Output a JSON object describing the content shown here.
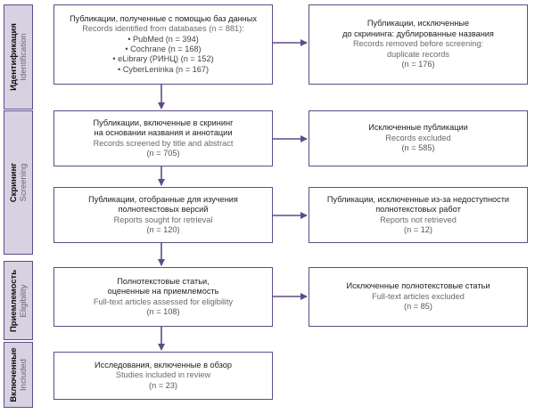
{
  "phases": {
    "identification": {
      "ru": "Идентификация",
      "en": "Identification"
    },
    "screening": {
      "ru": "Скрининг",
      "en": "Screening"
    },
    "eligibility": {
      "ru": "Приемлемость",
      "en": "Eligibility"
    },
    "included": {
      "ru": "Включенные",
      "en": "Included"
    }
  },
  "boxes": {
    "identified": {
      "ru": "Публикации, полученные с помощью баз данных",
      "en": "Records identified from databases (n = 881):",
      "items": [
        "• PubMed (n = 394)",
        "• Cochrane (n = 168)",
        "• eLibrary (РИНЦ) (n = 152)",
        "• CyberLeninka (n = 167)"
      ]
    },
    "removed": {
      "ru1": "Публикации, исключенные",
      "ru2": "до скрининга: дублированные названия",
      "en1": "Records removed before screening:",
      "en2": "duplicate records",
      "n": "(n = 176)"
    },
    "screened": {
      "ru1": "Публикации, включенные в скрининг",
      "ru2": "на основании названия и аннотации",
      "en": "Records screened by title and abstract",
      "n": "(n = 705)"
    },
    "excluded": {
      "ru": "Исключенные публикации",
      "en": "Records excluded",
      "n": "(n = 585)"
    },
    "sought": {
      "ru1": "Публикации, отобранные для изучения",
      "ru2": "полнотекстовых версий",
      "en": "Reports sought for retrieval",
      "n": "(n = 120)"
    },
    "not_retrieved": {
      "ru1": "Публикации, исключенные из-за недоступности",
      "ru2": "полнотекстовых работ",
      "en": "Reports not retrieved",
      "n": "(n = 12)"
    },
    "assessed": {
      "ru1": "Полнотекстовые статьи,",
      "ru2": "оцененные на приемлемость",
      "en": "Full-text articles assessed for eligibility",
      "n": "(n = 108)"
    },
    "ft_excluded": {
      "ru": "Исключенные полнотекстовые статьи",
      "en": "Full-text articles excluded",
      "n": "(n = 85)"
    },
    "included": {
      "ru": "Исследования, включенные в обзор",
      "en": "Studies included in review",
      "n": "(n = 23)"
    }
  },
  "colors": {
    "border": "#5f4c87",
    "phase_fill": "#d7d1e2",
    "arrow": "#5f4c87"
  }
}
